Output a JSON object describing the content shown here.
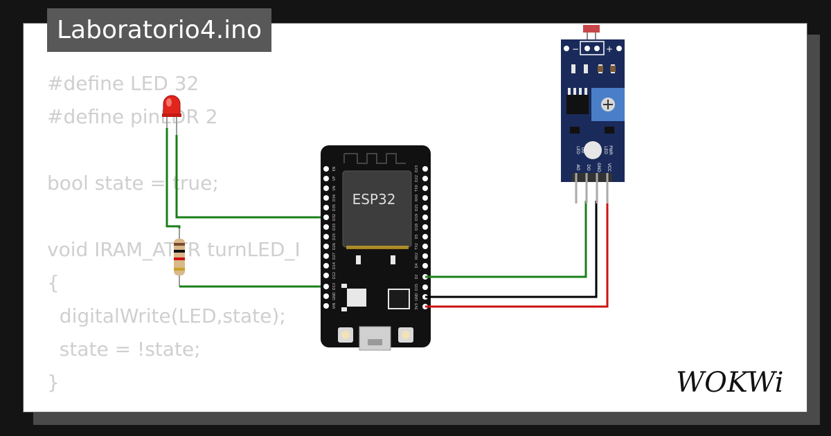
{
  "file": {
    "name": "Laboratorio4.ino"
  },
  "code": {
    "lines": [
      "#define LED 32",
      "#define pinLDR 2",
      "",
      "bool state = true;",
      "",
      "void IRAM_ATTR turnLED_I",
      "{",
      "  digitalWrite(LED,state);",
      "  state = !state;",
      "}"
    ]
  },
  "board": {
    "label": "ESP32",
    "left_pins": [
      "EN",
      "VP",
      "VN",
      "D34",
      "D35",
      "D32",
      "D33",
      "D25",
      "D26",
      "D27",
      "D14",
      "D12",
      "D13",
      "GND",
      "VIN"
    ],
    "right_pins": [
      "D23",
      "D22",
      "TX0",
      "RX0",
      "D21",
      "D19",
      "D18",
      "D5",
      "TX2",
      "RX2",
      "D4",
      "D2",
      "D15",
      "GND",
      "3V3"
    ]
  },
  "sensor": {
    "labels": [
      "PWR",
      "LED",
      "D0",
      "LED",
      "AO",
      "DO",
      "GND",
      "VCC"
    ],
    "minus": "−",
    "plus": "+"
  },
  "colors": {
    "wire_green": "#1a7f1a",
    "wire_black": "#000000",
    "wire_red": "#cc1111",
    "board": "#111111",
    "sensor_board": "#1a2a5a",
    "pot": "#4a7fc8",
    "led": "#e0251c"
  },
  "branding": {
    "logo": "WOKWi"
  }
}
